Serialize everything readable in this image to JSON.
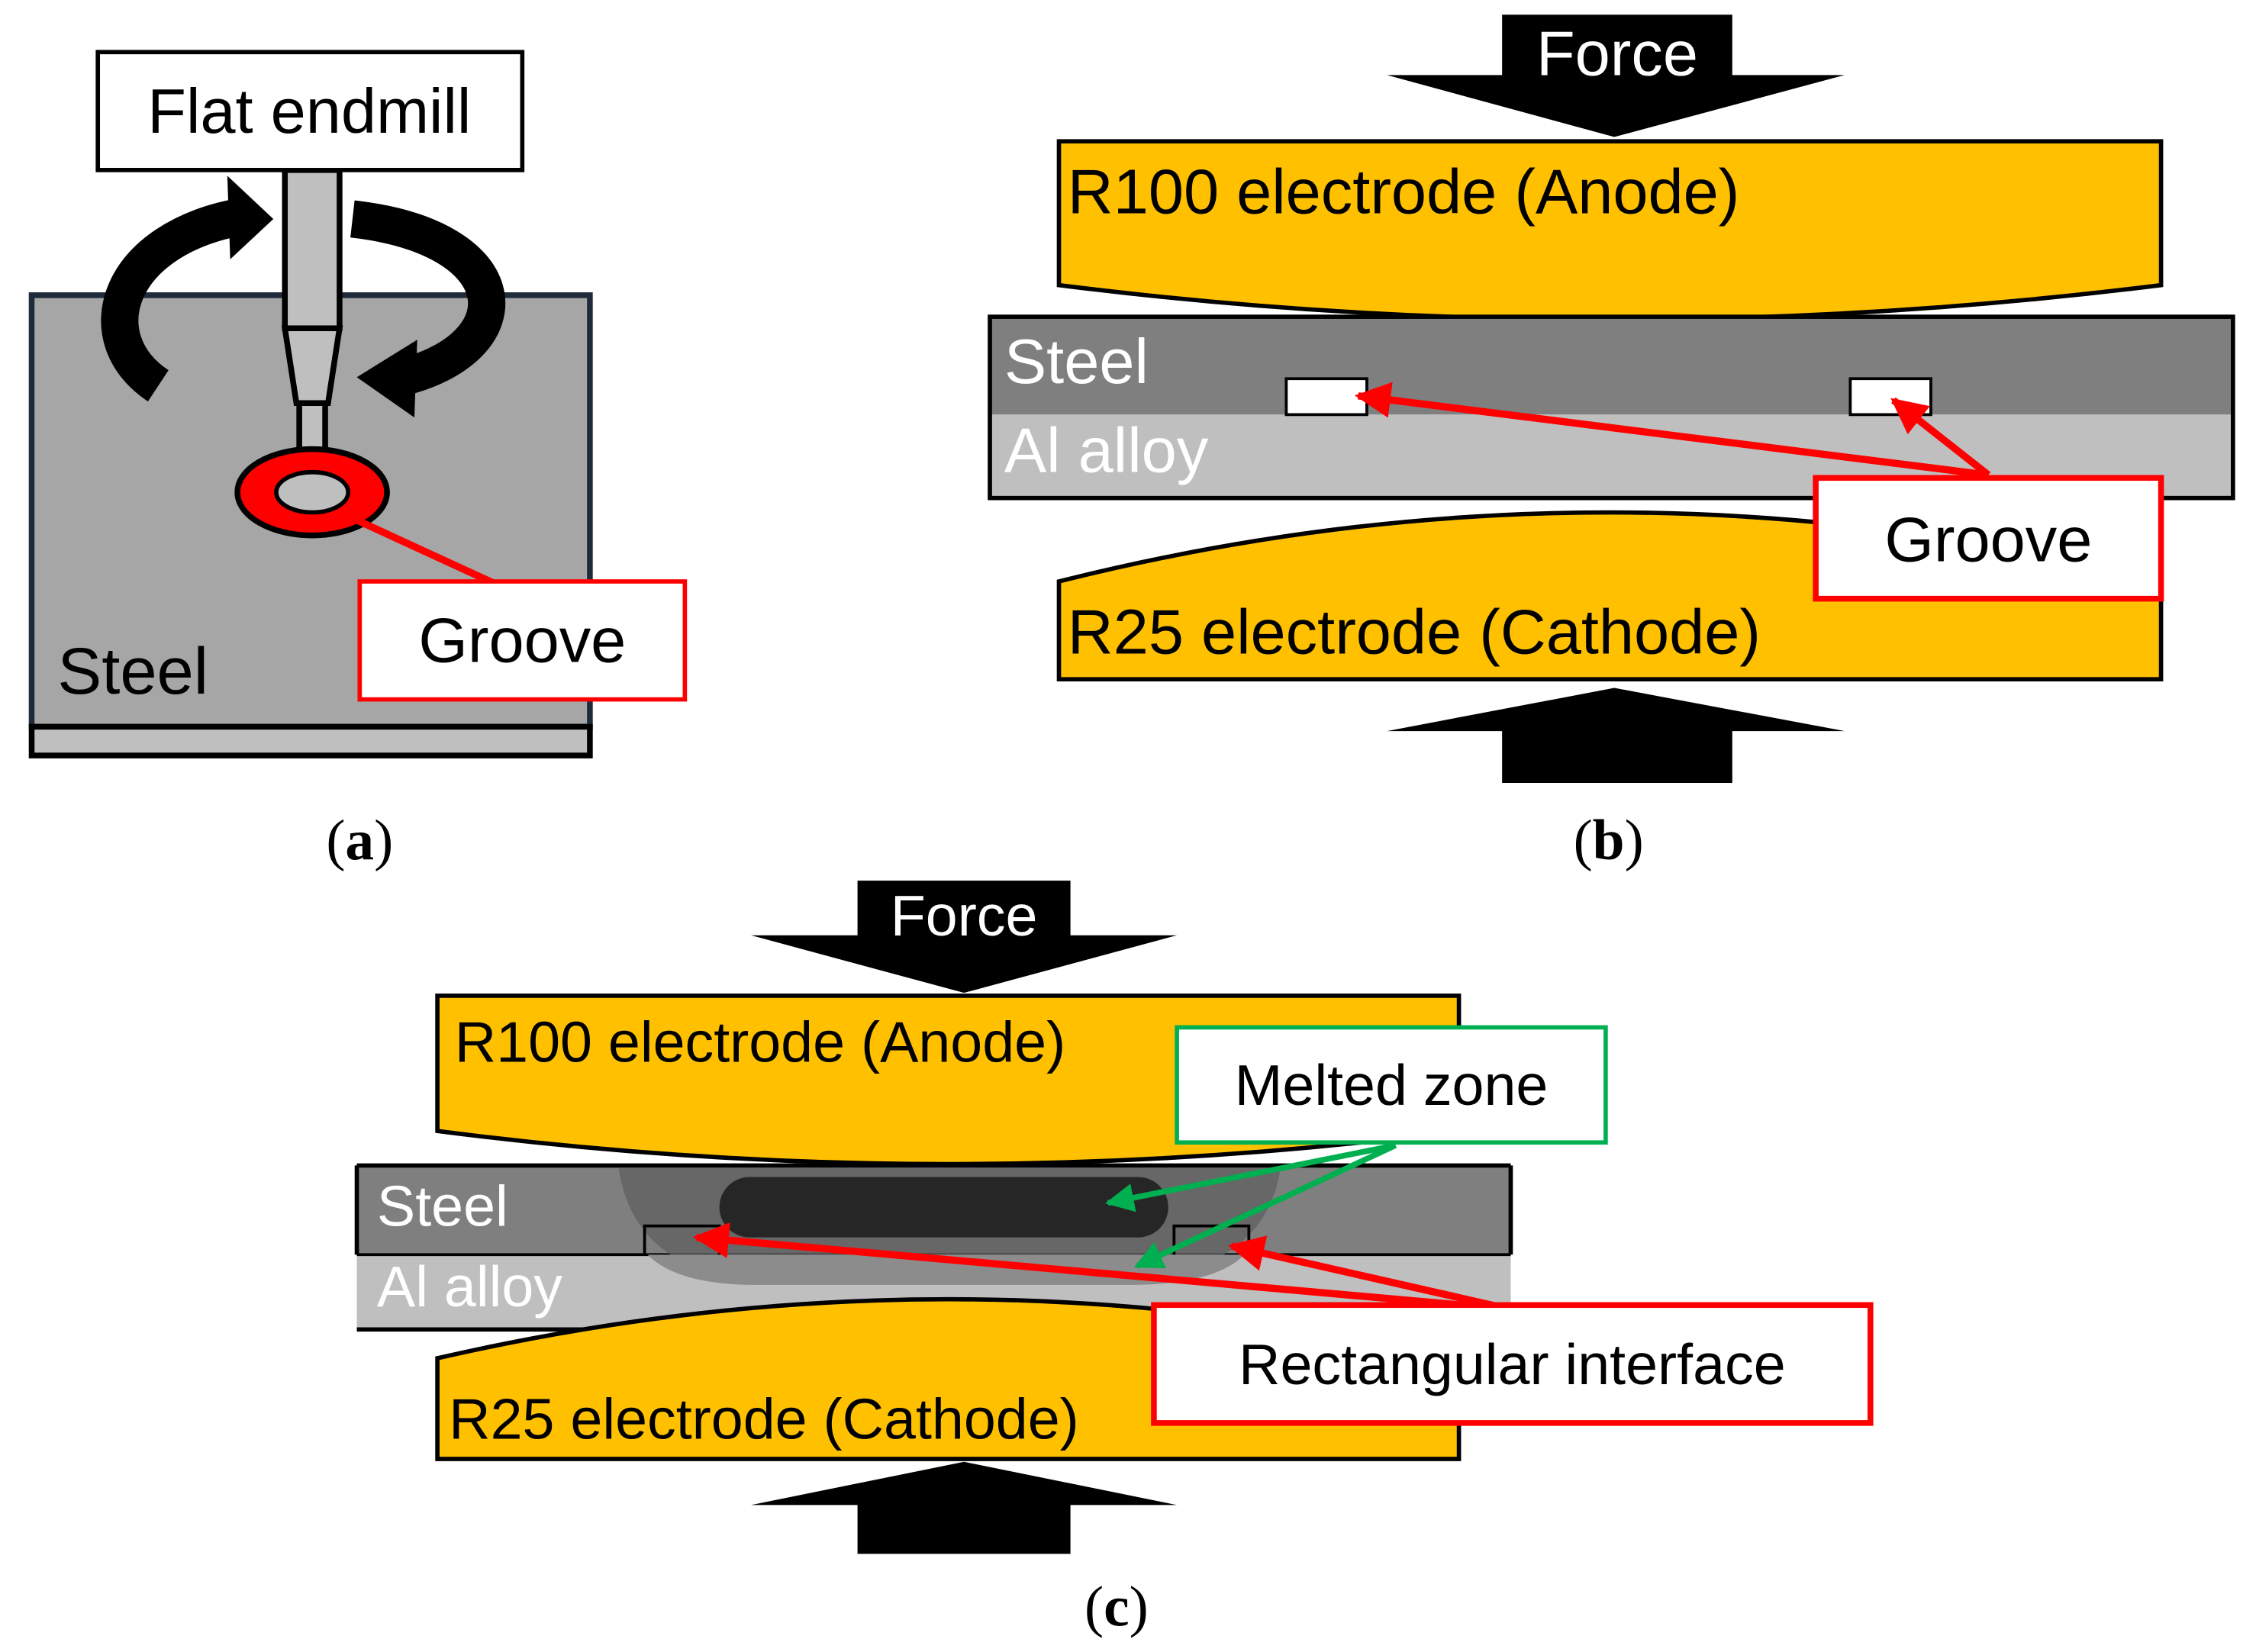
{
  "panel_a": {
    "tool_label": "Flat endmill",
    "material_label": "Steel",
    "groove_label": "Groove",
    "caption_open": "(",
    "caption_letter": "a",
    "caption_close": ")"
  },
  "panel_b": {
    "force_label": "Force",
    "anode_label": "R100 electrode (Anode)",
    "steel_label": "Steel",
    "al_label": "Al alloy",
    "groove_label": "Groove",
    "cathode_label": "R25 electrode (Cathode)",
    "caption_open": "(",
    "caption_letter": "b",
    "caption_close": ")"
  },
  "panel_c": {
    "force_label": "Force",
    "anode_label": "R100 electrode (Anode)",
    "melted_label": "Melted zone",
    "steel_label": "Steel",
    "al_label": "Al alloy",
    "interface_label": "Rectangular interface",
    "cathode_label": "R25 electrode (Cathode)",
    "caption_open": "(",
    "caption_letter": "c",
    "caption_close": ")"
  },
  "colors": {
    "electrode": "#FFC000",
    "steel": "#7F7F7F",
    "al_alloy": "#BFBFBF",
    "groove_marker": "#FF0000",
    "melted_marker": "#00B050",
    "melted_zone": "#262626"
  }
}
